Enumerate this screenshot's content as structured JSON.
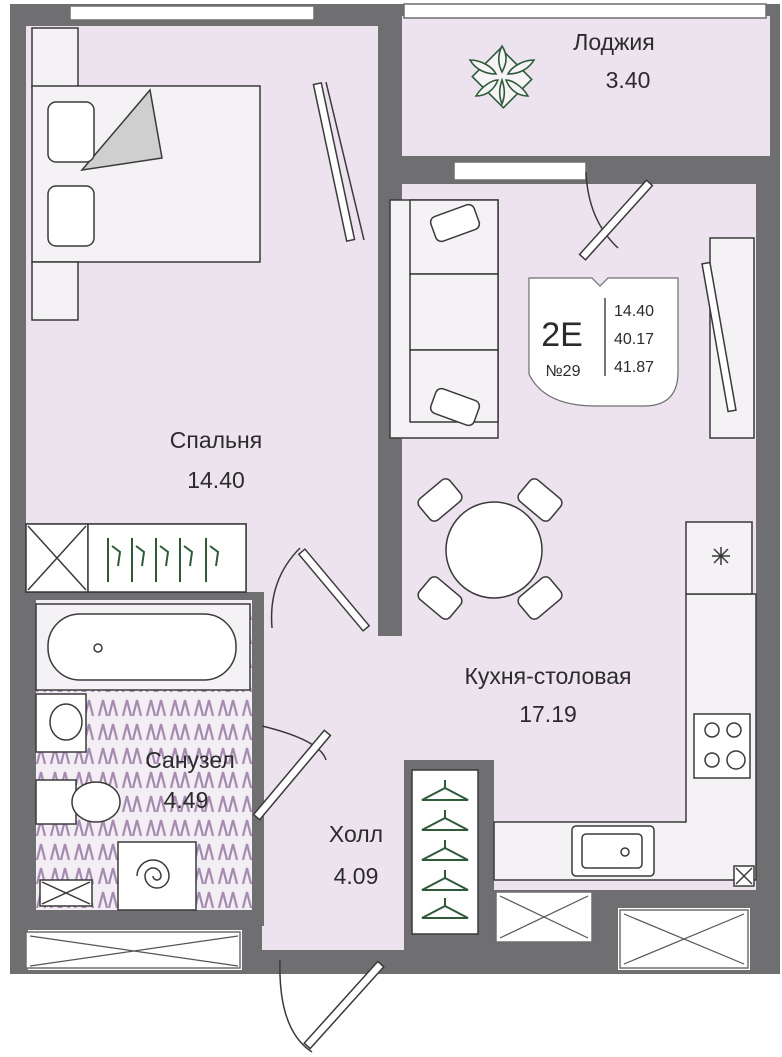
{
  "colors": {
    "wall": "#6f6f71",
    "room": "#ece3ee",
    "tile": "#a58bb0",
    "line": "#3a3a3a",
    "plant": "#2f5a3a",
    "hanger": "#2f5a3a",
    "furniture": "#f4f2f4"
  },
  "rooms": {
    "loggia": {
      "name": "Лоджия",
      "area": "3.40"
    },
    "bedroom": {
      "name": "Спальня",
      "area": "14.40"
    },
    "kitchen": {
      "name": "Кухня-столовая",
      "area": "17.19"
    },
    "bathroom": {
      "name": "Санузел",
      "area": "4.49"
    },
    "hall": {
      "name": "Холл",
      "area": "4.09"
    }
  },
  "badge": {
    "code": "2E",
    "number": "№29",
    "areas": [
      "14.40",
      "40.17",
      "41.87"
    ]
  },
  "icons": [
    "plant-icon",
    "hanger-icon",
    "stove-icon",
    "sink-icon",
    "toilet-icon",
    "bathtub-icon",
    "washing-machine-icon",
    "fridge-icon"
  ]
}
